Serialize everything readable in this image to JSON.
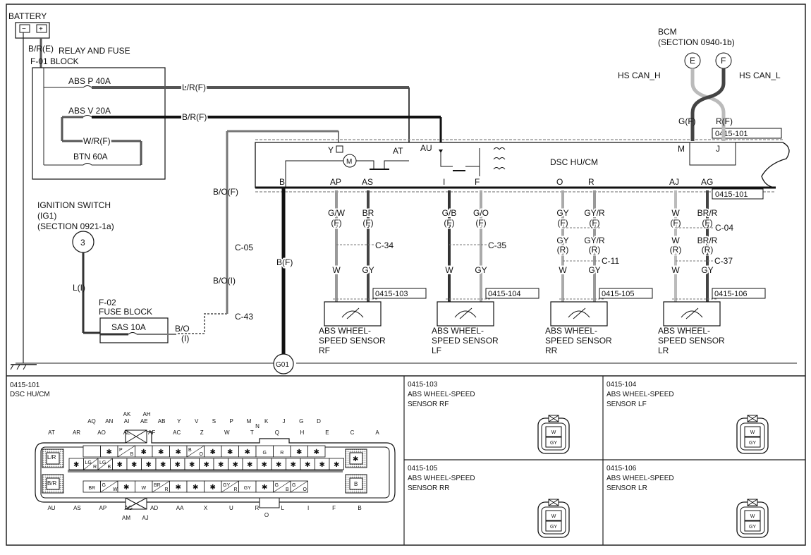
{
  "top": {
    "battery": "BATTERY",
    "battery_wire": "B/R(E)",
    "relay_block_1": "RELAY AND FUSE",
    "relay_block_2": "F-01 BLOCK",
    "fuse_abs_p": "ABS P 40A",
    "fuse_abs_v": "ABS V 20A",
    "fuse_btn": "BTN 60A",
    "wire_wr": "W/R(F)",
    "wire_lr": "L/R(F)",
    "wire_br": "B/R(F)",
    "ign_1": "IGNITION SWITCH",
    "ign_2": "(IG1)",
    "ign_3": "(SECTION 0921-1a)",
    "ign_num": "3",
    "wire_li": "L(I)",
    "fuse_block_1": "F-02",
    "fuse_block_2": "FUSE BLOCK",
    "fuse_sas": "SAS 10A",
    "wire_bo_1": "B/O",
    "wire_bo_2": "(I)",
    "wire_bof": "B/O(F)",
    "wire_boi": "B/O(I)",
    "conn_c05": "C-05",
    "conn_c43": "C-43",
    "wire_bf": "B(F)",
    "ground": "G01",
    "bcm_1": "BCM",
    "bcm_2": "(SECTION 0940-1b)",
    "bcm_e": "E",
    "bcm_f": "F",
    "can_h": "HS CAN_H",
    "can_l": "HS CAN_L",
    "wire_gf": "G(F)",
    "wire_rf": "R(F)",
    "conn_ref_top": "0415-101",
    "conn_ref_mid": "0415-101",
    "dsc_label": "DSC HU/CM",
    "pin_y": "Y",
    "pin_at": "AT",
    "pin_au": "AU",
    "pin_m": "M",
    "pin_j": "J",
    "pin_b": "B",
    "motor": "M",
    "sensors": [
      {
        "pin1": "AP",
        "pin2": "AS",
        "w1": "G/W",
        "w2": "BR",
        "f1": "(F)",
        "f2": "(F)",
        "conn": "C-34",
        "w1b": "W",
        "w2b": "GY",
        "ref": "0415-103",
        "name1": "ABS WHEEL-",
        "name2": "SPEED SENSOR",
        "name3": "RF"
      },
      {
        "pin1": "I",
        "pin2": "F",
        "w1": "G/B",
        "w2": "G/O",
        "f1": "(F)",
        "f2": "(F)",
        "conn": "C-35",
        "w1b": "W",
        "w2b": "GY",
        "ref": "0415-104",
        "name1": "ABS WHEEL-",
        "name2": "SPEED SENSOR",
        "name3": "LF"
      },
      {
        "pin1": "O",
        "pin2": "R",
        "w1": "GY",
        "w2": "GY/R",
        "f1": "(F)",
        "f2": "(F)",
        "conn": "C-11",
        "w1r": "GY",
        "w2r": "GY/R",
        "r1": "(R)",
        "r2": "(R)",
        "w1b": "W",
        "w2b": "GY",
        "ref": "0415-105",
        "name1": "ABS WHEEL-",
        "name2": "SPEED SENSOR",
        "name3": "RR"
      },
      {
        "pin1": "AJ",
        "pin2": "AG",
        "w1": "W",
        "w2": "BR/R",
        "f1": "(F)",
        "f2": "(F)",
        "conn": "C-37",
        "w1r": "W",
        "w2r": "BR/R",
        "r1": "(R)",
        "r2": "(R)",
        "w1b": "W",
        "w2b": "GY",
        "ref": "0415-106",
        "name1": "ABS WHEEL-",
        "name2": "SPEED SENSOR",
        "name3": "LR"
      }
    ],
    "conn_c04": "C-04"
  },
  "bottom": {
    "main_id": "0415-101",
    "main_name": "DSC HU/CM",
    "pins_top1": [
      "AK",
      "AH"
    ],
    "pins_top2": [
      "AQ",
      "AN",
      "AI",
      "AE",
      "AB",
      "Y",
      "V",
      "S",
      "P",
      "M",
      "K",
      "J",
      "G",
      "D"
    ],
    "pins_top2b": [
      "N"
    ],
    "pins_top3": [
      "AT",
      "AR",
      "AO",
      "AL",
      "AF",
      "AC",
      "Z",
      "W",
      "T",
      "Q",
      "H",
      "E",
      "C",
      "A"
    ],
    "pins_bot1": [
      "AU",
      "AS",
      "AP",
      "AG",
      "AD",
      "AA",
      "X",
      "U",
      "R",
      "L",
      "I",
      "F",
      "B"
    ],
    "pins_bot2": [
      "O"
    ],
    "pins_bot3": [
      "AM",
      "AJ"
    ],
    "star": "✱",
    "row1": [
      "",
      "✱",
      "P/B",
      "✱",
      "✱",
      "✱",
      "B/O",
      "✱",
      "✱",
      "✱",
      "G",
      "R",
      "✱",
      "✱"
    ],
    "row2": [
      "✱",
      "LG/R",
      "LG/B",
      "✱",
      "✱",
      "✱",
      "✱",
      "✱",
      "✱",
      "✱",
      "✱",
      "✱",
      "✱",
      "✱",
      "✱",
      "✱",
      "✱",
      "✱",
      "✱"
    ],
    "row3": [
      "BR",
      "G/W",
      "✱",
      "W",
      "BR/R",
      "✱",
      "✱",
      "✱",
      "GY/R",
      "GY",
      "✱",
      "G/B",
      "G/O"
    ],
    "side_l1": "L/R",
    "side_l2": "B/R",
    "side_r2": "B",
    "panels": [
      {
        "id": "0415-103",
        "l1": "ABS WHEEL-SPEED",
        "l2": "SENSOR RF",
        "a": "W",
        "b": "GY"
      },
      {
        "id": "0415-104",
        "l1": "ABS WHEEL-SPEED",
        "l2": "SENSOR LF",
        "a": "W",
        "b": "GY"
      },
      {
        "id": "0415-105",
        "l1": "ABS WHEEL-SPEED",
        "l2": "SENSOR RR",
        "a": "W",
        "b": "GY"
      },
      {
        "id": "0415-106",
        "l1": "ABS WHEEL-SPEED",
        "l2": "SENSOR LR",
        "a": "W",
        "b": "GY"
      }
    ]
  }
}
